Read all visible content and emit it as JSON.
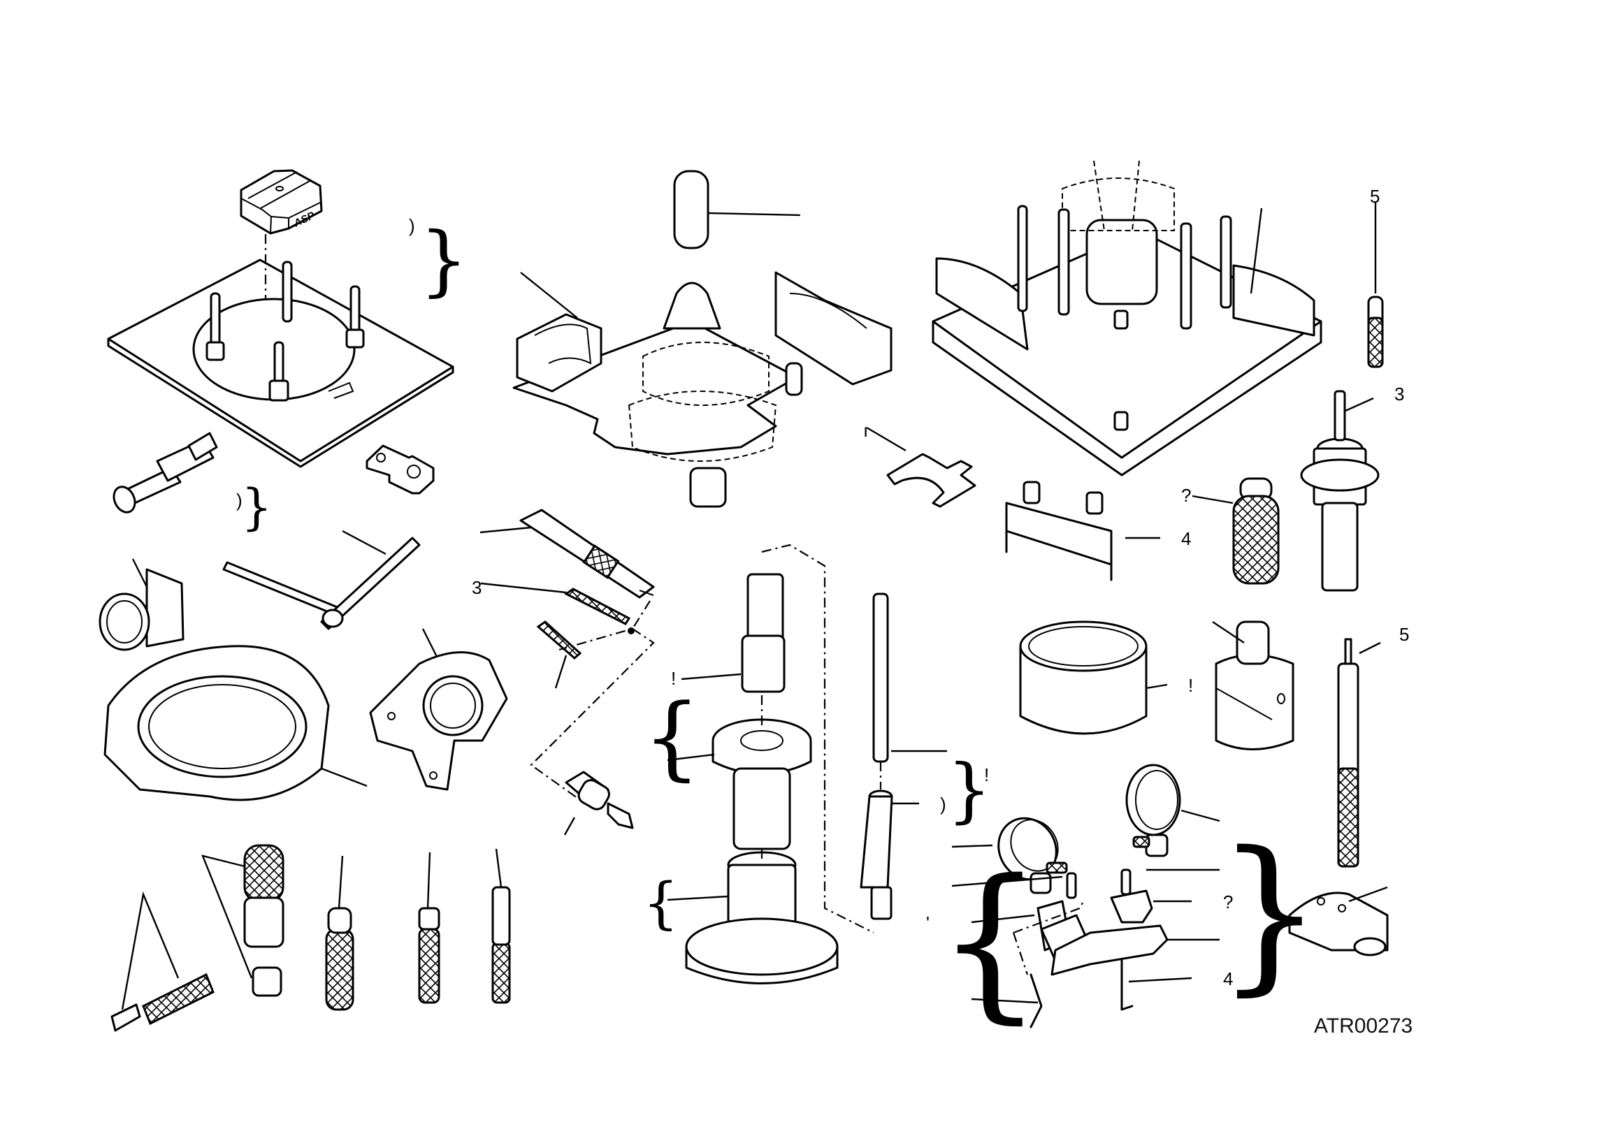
{
  "drawing": {
    "title": "Service tools exploded view",
    "reference_code": "ATR00273",
    "tool_marking": "ASP",
    "callouts": [
      {
        "id": "c1",
        "text": ")"
      },
      {
        "id": "c2",
        "text": ")"
      },
      {
        "id": "c3",
        "text": "3"
      },
      {
        "id": "c4",
        "text": "ı"
      },
      {
        "id": "c5",
        "text": "3"
      },
      {
        "id": "c6",
        "text": "?"
      },
      {
        "id": "c7",
        "text": "4"
      },
      {
        "id": "c8",
        "text": "5"
      },
      {
        "id": "c9",
        "text": "5"
      },
      {
        "id": "c10",
        "text": "!"
      },
      {
        "id": "c11",
        "text": "?"
      },
      {
        "id": "c12",
        "text": "4"
      },
      {
        "id": "c13",
        "text": "'"
      },
      {
        "id": "c14",
        "text": ")"
      },
      {
        "id": "c15",
        "text": "!"
      },
      {
        "id": "c16",
        "text": "!"
      }
    ],
    "components": [
      "asp-block",
      "base-plate",
      "adapter-pin",
      "index-plate",
      "crankcase-support-fixture",
      "crankcase-assembly-stand",
      "u-fork-plate",
      "extractor-sleeve",
      "t-wrench",
      "socket-tool",
      "clutch-ring-holder",
      "sprocket-holder-plate",
      "timing-tool",
      "threaded-pin-small",
      "threaded-pin-large",
      "t-handle-puller",
      "bushing-driver-stack",
      "guide-rod",
      "tapered-drift",
      "dial-gauge-left",
      "dial-gauge-right",
      "gauge-support-bar",
      "knurled-drifts",
      "cup-ring",
      "piston-stop",
      "bolt-puller",
      "camshaft-bracket",
      "pin-punch",
      "rocker-tool"
    ]
  }
}
